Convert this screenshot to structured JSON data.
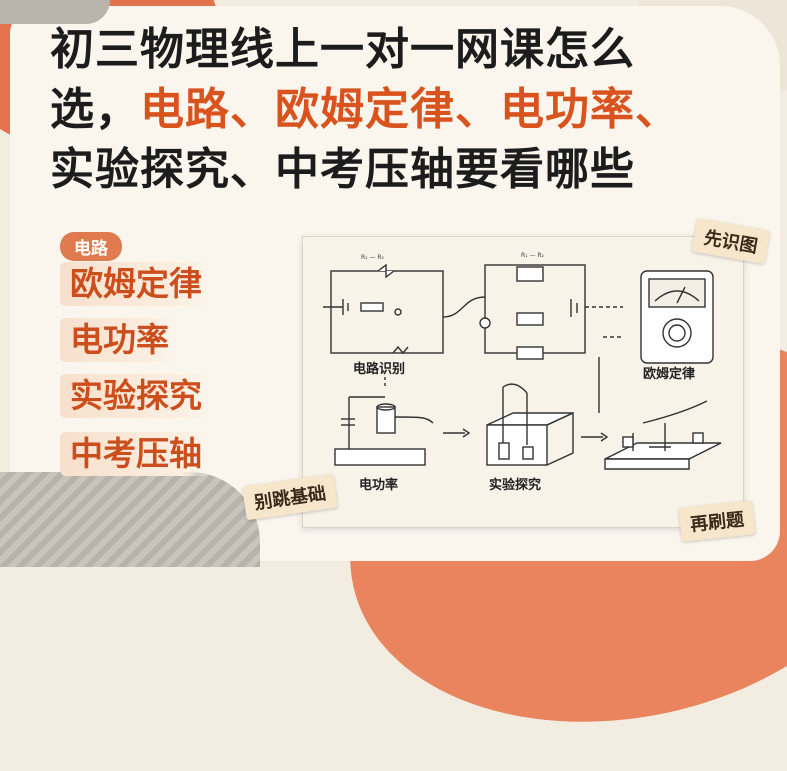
{
  "title": {
    "line1": "初三物理线上一对一网课怎么",
    "line2_prefix": "选，",
    "line2_highlight": "电路、欧姆定律、电功率、",
    "line3": "实验探究、中考压轴要看哪些"
  },
  "left_list": {
    "pill": "电路",
    "items": [
      "欧姆定律",
      "电功率",
      "实验探究",
      "中考压轴"
    ]
  },
  "tags": {
    "top_right": "先识图",
    "bottom_left": "别跳基础",
    "bottom_right": "再刷题"
  },
  "diagram_labels": {
    "circuit": "电路识别",
    "ohm": "欧姆定律",
    "power": "电功率",
    "experiment": "实验探究"
  },
  "colors": {
    "accent": "#d9531e",
    "pill": "#e07b4f",
    "bg_shape": "#e9845f"
  }
}
